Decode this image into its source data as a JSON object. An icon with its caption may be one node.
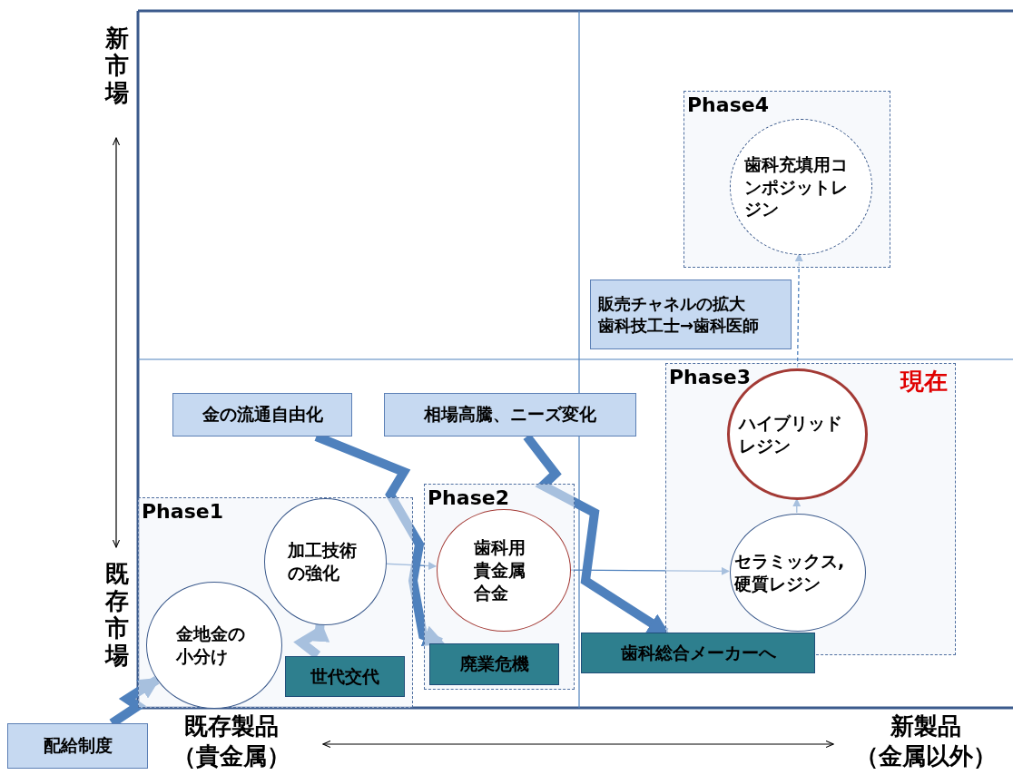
{
  "diagram": {
    "nodes": [
      {
        "text": [
          "Phase1"
        ]
      },
      {
        "text": [
          "金地金の小分け"
        ],
        "in": 0
      },
      {
        "text": [
          "加工技術の強化"
        ],
        "in": 0
      },
      {
        "text": [
          "世代交代"
        ],
        "in": 0
      },
      {
        "text": [
          "Phase2"
        ]
      },
      {
        "text": [
          "歯科用貴金属合金"
        ],
        "in": 4
      },
      {
        "text": [
          "廃業危機"
        ],
        "in": 4
      },
      {
        "text": [
          "Phase3",
          "現在"
        ]
      },
      {
        "text": [
          "セラミックス,硬質レジン"
        ],
        "in": 7
      },
      {
        "text": [
          "ハイブリッドレジン"
        ],
        "in": 7
      },
      {
        "text": [
          "歯科総合メーカーへ"
        ]
      },
      {
        "text": [
          "Phase4"
        ]
      },
      {
        "text": [
          "歯科充填用コンポジットレジン"
        ],
        "in": 11
      },
      {
        "text": [
          "販売チャネルの拡大",
          "歯科技工士→歯科医師"
        ]
      },
      {
        "text": [
          "金の流通自由化"
        ]
      },
      {
        "text": [
          "相場高騰、ニーズ変化"
        ]
      },
      {
        "text": [
          "配給制度"
        ]
      }
    ],
    "edges": [
      {
        "from": 16,
        "to": 1,
        "arrow": "to",
        "style": "thick"
      },
      {
        "from": 3,
        "to": 2,
        "arrow": "to",
        "style": "thick"
      },
      {
        "from": 2,
        "to": 5,
        "arrow": "to"
      },
      {
        "from": 14,
        "to": 6,
        "arrow": "to",
        "style": "thick"
      },
      {
        "from": 5,
        "to": 8,
        "arrow": "to"
      },
      {
        "from": 15,
        "to": 10,
        "arrow": "to",
        "style": "thick"
      },
      {
        "from": 8,
        "to": 9,
        "arrow": "to"
      },
      {
        "from": 9,
        "to": 12,
        "arrow": "to",
        "style": "dashed"
      }
    ],
    "labels": [
      "新市場",
      "既存市場",
      "既存製品（貴金属）",
      "新製品（金属以外）"
    ]
  }
}
